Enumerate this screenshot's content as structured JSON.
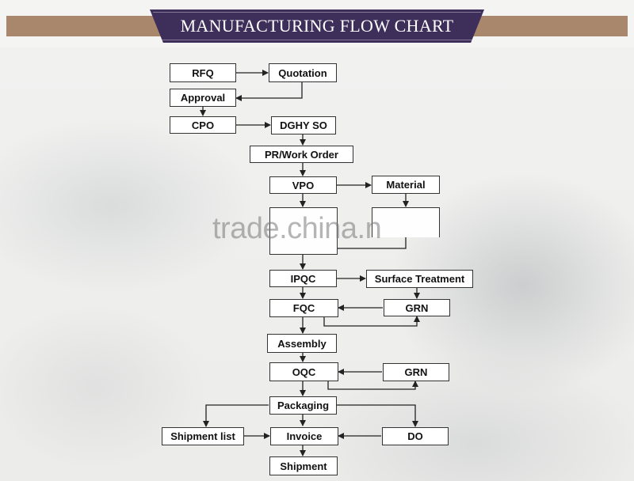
{
  "title": "MANUFACTURING FLOW CHART",
  "watermark": "trade.china.n",
  "nodes": {
    "rfq": "RFQ",
    "quotation": "Quotation",
    "approval": "Approval",
    "cpo": "CPO",
    "dghy_so": "DGHY SO",
    "pr_work_order": "PR/Work Order",
    "vpo": "VPO",
    "material": "Material",
    "machining": "",
    "ipqc": "IPQC",
    "surface_treatment": "Surface Treatment",
    "fqc": "FQC",
    "grn_1": "GRN",
    "assembly": "Assembly",
    "oqc": "OQC",
    "grn_2": "GRN",
    "packaging": "Packaging",
    "shipment_list": "Shipment list",
    "invoice": "Invoice",
    "do": "DO",
    "shipment": "Shipment"
  }
}
